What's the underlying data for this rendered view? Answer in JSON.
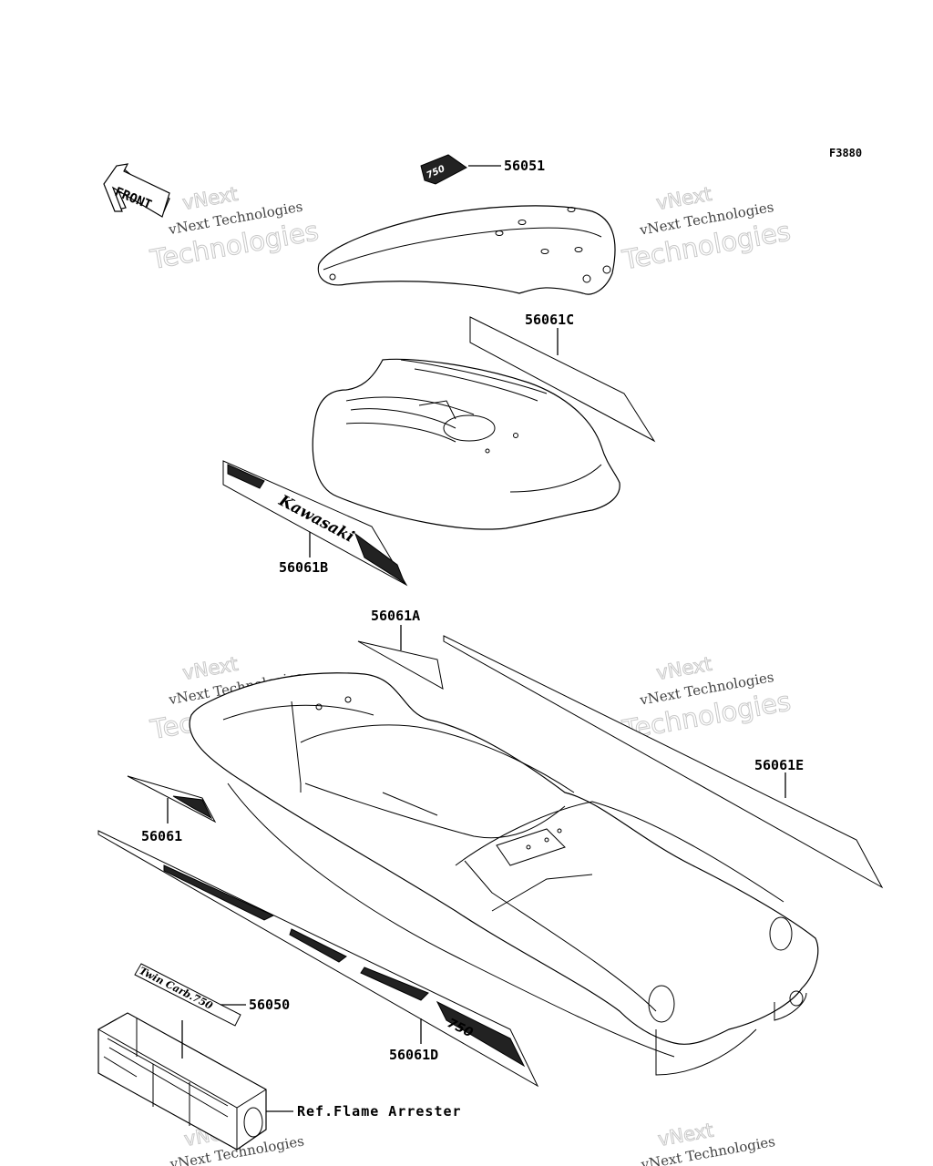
{
  "figure_code": "F3880",
  "front_arrow_label": "FRONT",
  "parts": [
    {
      "id": "56051",
      "label": "56051"
    },
    {
      "id": "56061C",
      "label": "56061C"
    },
    {
      "id": "56061B",
      "label": "56061B"
    },
    {
      "id": "56061A",
      "label": "56061A"
    },
    {
      "id": "56061E",
      "label": "56061E"
    },
    {
      "id": "56061",
      "label": "56061"
    },
    {
      "id": "56050",
      "label": "56050"
    },
    {
      "id": "56061D",
      "label": "56061D"
    }
  ],
  "reference_label": "Ref.Flame Arrester",
  "decal_texts": {
    "kawasaki": "Kawasaki",
    "twin_carb": "Twin Carb.750",
    "d_decal": "750",
    "top_decal": "750"
  },
  "watermark": {
    "line1": "vNext",
    "line2": "vNext Technologies",
    "line3": "Technologies"
  },
  "colors": {
    "line": "#000000",
    "background": "#ffffff",
    "watermark": "#c8c8c8"
  }
}
